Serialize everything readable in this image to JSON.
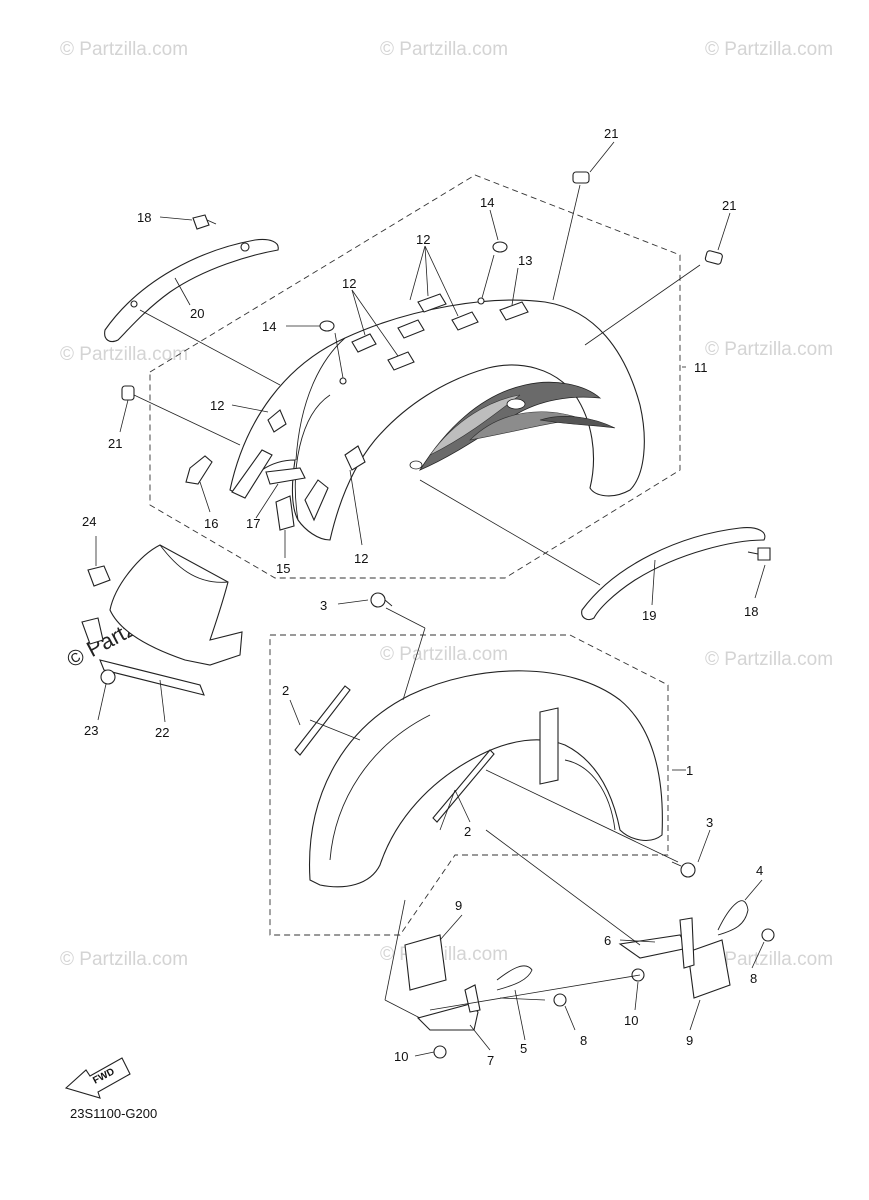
{
  "diagram_code": "23S1100-G200",
  "fwd_label": "FWD",
  "watermark": {
    "text": "© Partzilla.com",
    "large_text": "© Partzilla.com"
  },
  "callouts": {
    "c1": "1",
    "c2a": "2",
    "c2b": "2",
    "c3a": "3",
    "c3b": "3",
    "c4": "4",
    "c5": "5",
    "c6": "6",
    "c7": "7",
    "c8a": "8",
    "c8b": "8",
    "c9a": "9",
    "c9b": "9",
    "c10a": "10",
    "c10b": "10",
    "c11": "11",
    "c12a": "12",
    "c12b": "12",
    "c12c": "12",
    "c12d": "12",
    "c13": "13",
    "c14a": "14",
    "c14b": "14",
    "c15": "15",
    "c16": "16",
    "c17": "17",
    "c18a": "18",
    "c18b": "18",
    "c19": "19",
    "c20": "20",
    "c21a": "21",
    "c21b": "21",
    "c21c": "21",
    "c22": "22",
    "c23": "23",
    "c24": "24"
  }
}
